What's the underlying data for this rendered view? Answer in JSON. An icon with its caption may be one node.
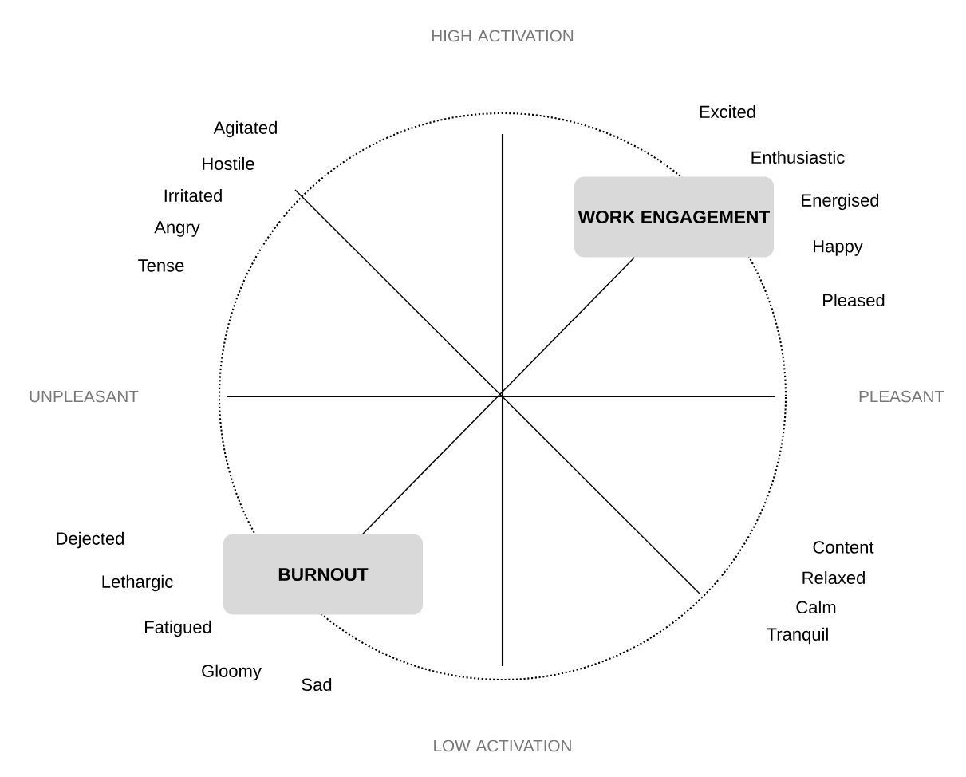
{
  "diagram": {
    "nodes": [
      {
        "text": [
          "WORK ENGAGEMENT"
        ]
      },
      {
        "text": [
          "BURNOUT"
        ]
      }
    ],
    "edges": [
      {
        "from": 0,
        "to": 1,
        "arrow": "none"
      }
    ],
    "labels": [
      "HIGH ACTIVATION",
      "Excited",
      "Agitated",
      "Enthusiastic",
      "Hostile",
      "Irritated",
      "Energised",
      "Angry",
      "Happy",
      "Tense",
      "Pleased",
      "UNPLEASANT",
      "PLEASANT",
      "Dejected",
      "Content",
      "Lethargic",
      "Relaxed",
      "Fatigued",
      "Calm",
      "Tranquil",
      "Gloomy",
      "Sad",
      "LOW ACTIVATION"
    ]
  }
}
